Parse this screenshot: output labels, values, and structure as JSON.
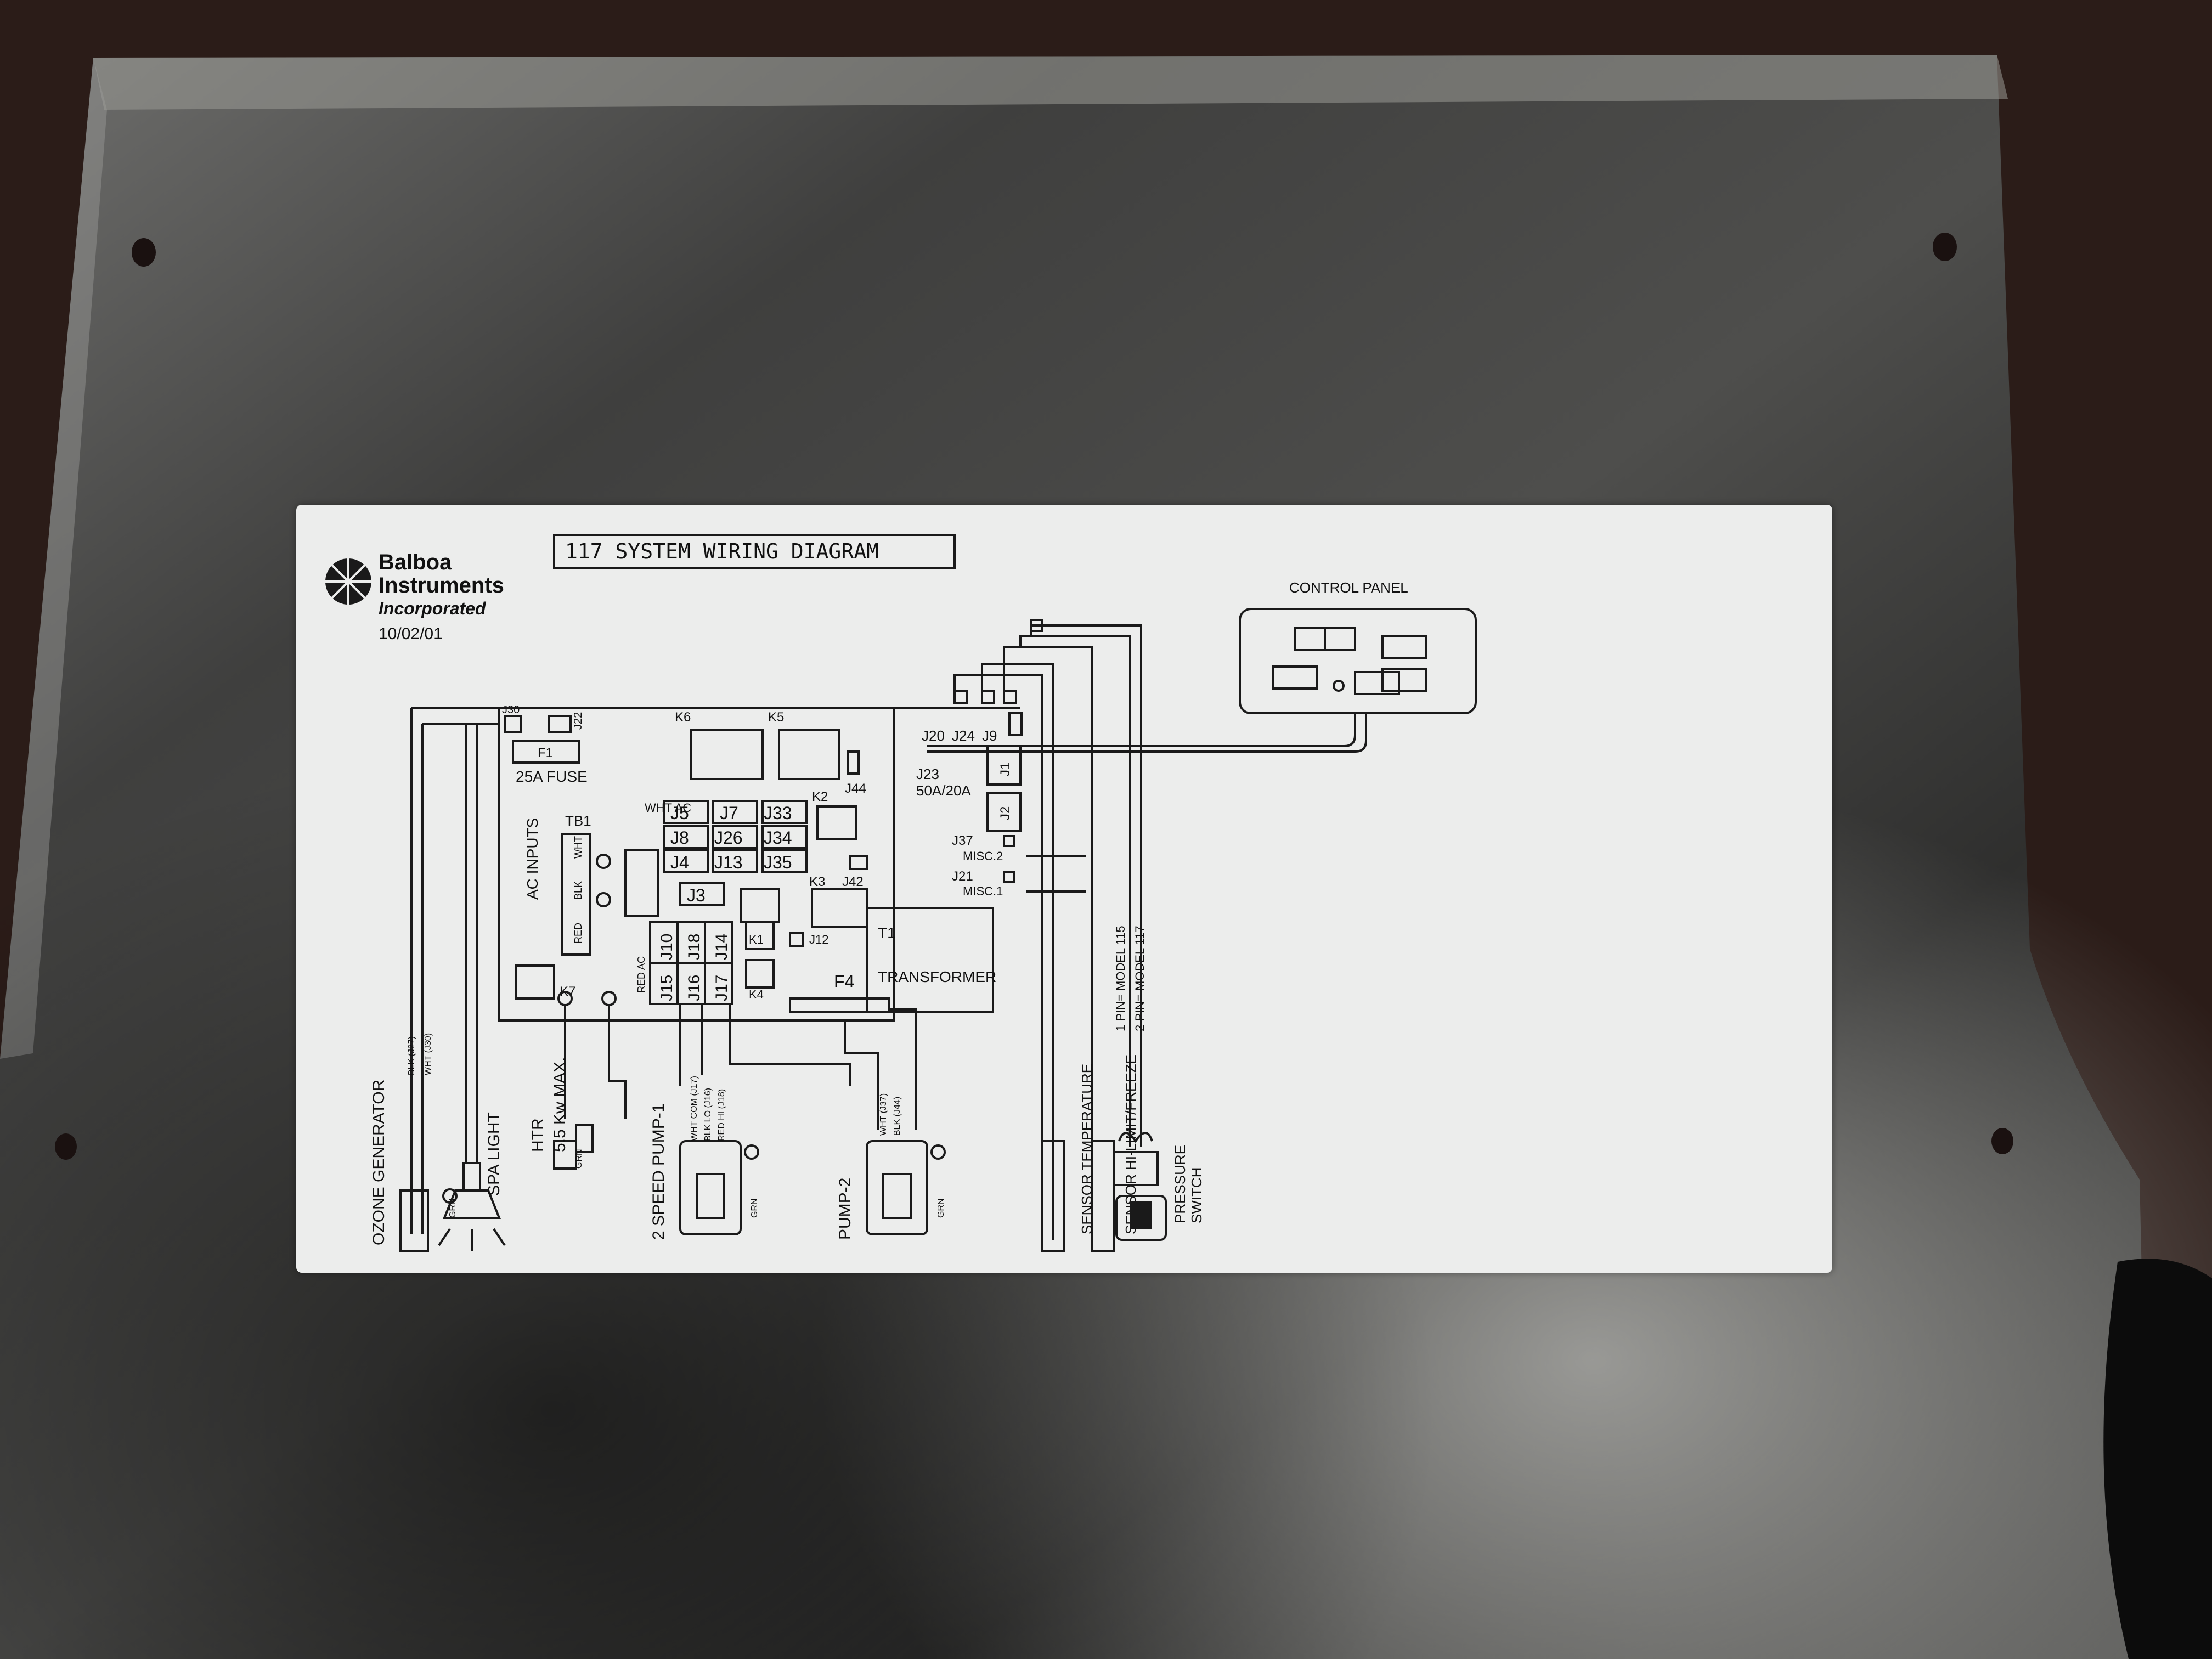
{
  "brand": {
    "line1": "Balboa",
    "line2": "Instruments",
    "line3": "Incorporated",
    "date": "10/02/01"
  },
  "title": "117 SYSTEM WIRING DIAGRAM",
  "control_panel": {
    "label": "CONTROL PANEL"
  },
  "board": {
    "connectors": {
      "j30": "J30",
      "j22": "J22",
      "f1": "F1",
      "fuse": "25A FUSE",
      "k6": "K6",
      "k5": "K5",
      "j44": "J44",
      "j20": "J20",
      "j24": "J24",
      "j9": "J9",
      "j23": "J23",
      "j23_rating": "50A/20A",
      "j1": "J1",
      "j2": "J2",
      "wht_ac": "WHT AC",
      "ac_inputs": "AC INPUTS",
      "tb1": "TB1",
      "wht": "WHT",
      "blk": "BLK",
      "red": "RED",
      "red_ac": "RED AC",
      "j5": "J5",
      "j7": "J7",
      "j33": "J33",
      "j8": "J8",
      "j26": "J26",
      "j34": "J34",
      "j4": "J4",
      "j13": "J13",
      "j35": "J35",
      "k2": "K2",
      "k3": "K3",
      "j42": "J42",
      "j3": "J3",
      "j10": "J10",
      "j18": "J18",
      "j14": "J14",
      "j15": "J15",
      "j16": "J16",
      "j17": "J17",
      "j12": "J12",
      "k1": "K1",
      "k4": "K4",
      "k7": "K7",
      "f4": "F4",
      "j37": "J37",
      "misc2": "MISC.2",
      "j21": "J21",
      "misc1": "MISC.1",
      "t1": "T1",
      "transformer": "TRANSFORMER"
    }
  },
  "model_note": [
    "1 PIN= MODEL 115",
    "2 PIN= MODEL 117"
  ],
  "devices": {
    "ozone": "OZONE GENERATOR",
    "ozone_wires": [
      "BLK (J27)",
      "WHT (J30)"
    ],
    "spa_light": "SPA LIGHT",
    "heater_1": "HTR",
    "heater_2": "5.5 Kw MAX.",
    "pump1": "2 SPEED PUMP-1",
    "pump1_wires": [
      "WHT COM (J17)",
      "BLK LO (J16)",
      "RED HI (J18)"
    ],
    "pump2": "PUMP-2",
    "pump2_wires": [
      "WHT (J37)",
      "BLK (J44)"
    ],
    "grn": "GRN",
    "sensor_temp": "SENSOR TEMPERATURE",
    "sensor_hi": "SENSOR HI-LIMIT/FREEZE",
    "pressure_1": "PRESSURE",
    "pressure_2": "SWITCH"
  }
}
